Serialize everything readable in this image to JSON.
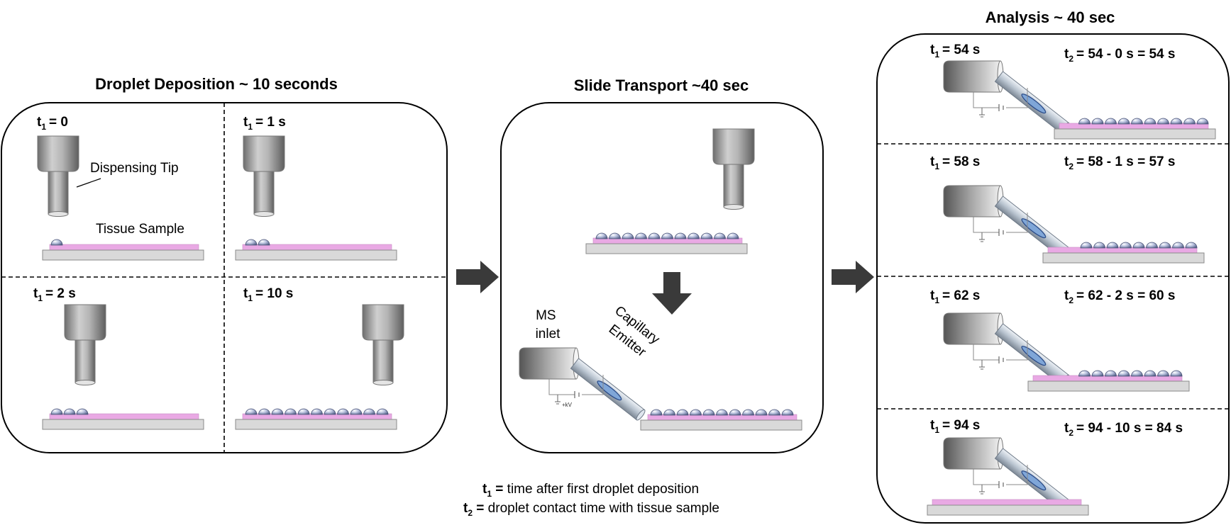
{
  "titles": {
    "deposition": "Droplet Deposition ~ 10 seconds",
    "transport": "Slide Transport ~40 sec",
    "analysis": "Analysis ~ 40 sec"
  },
  "deposition": {
    "labels": {
      "dispensing_tip": "Dispensing Tip",
      "tissue_sample": "Tissue Sample"
    },
    "quadrants": [
      {
        "t_var": "t",
        "t_sub": "1",
        "t_val": "= 0",
        "droplets": 1
      },
      {
        "t_var": "t",
        "t_sub": "1",
        "t_val": "= 1 s",
        "droplets": 2
      },
      {
        "t_var": "t",
        "t_sub": "1",
        "t_val": "= 2 s",
        "droplets": 3
      },
      {
        "t_var": "t",
        "t_sub": "1",
        "t_val": "= 10 s",
        "droplets": 11
      }
    ]
  },
  "transport": {
    "ms_inlet": [
      "MS",
      "inlet"
    ],
    "emitter": [
      "Capillary",
      "Emitter"
    ],
    "voltage": "+kV",
    "droplets": 11
  },
  "analysis": {
    "rows": [
      {
        "t1_var": "t",
        "t1_sub": "1",
        "t1_val": "= 54 s",
        "t2_var": "t",
        "t2_sub": "2",
        "t2_val": "= 54 - 0 s = 54 s",
        "droplets": 10
      },
      {
        "t1_var": "t",
        "t1_sub": "1",
        "t1_val": "= 58 s",
        "t2_var": "t",
        "t2_sub": "2",
        "t2_val": "= 58 - 1 s = 57 s",
        "droplets": 9
      },
      {
        "t1_var": "t",
        "t1_sub": "1",
        "t1_val": "= 62 s",
        "t2_var": "t",
        "t2_sub": "2",
        "t2_val": "= 62 - 2 s = 60 s",
        "droplets": 8
      },
      {
        "t1_var": "t",
        "t1_sub": "1",
        "t1_val": "= 94 s",
        "t2_var": "t",
        "t2_sub": "2",
        "t2_val": "= 94 - 10 s = 84 s",
        "droplets": 0
      }
    ]
  },
  "legend": [
    {
      "var": "t",
      "sub": "1",
      "eq": " =",
      "text": " time after first droplet deposition"
    },
    {
      "var": "t",
      "sub": "2",
      "eq": " =",
      "text": " droplet contact time with tissue sample"
    }
  ]
}
